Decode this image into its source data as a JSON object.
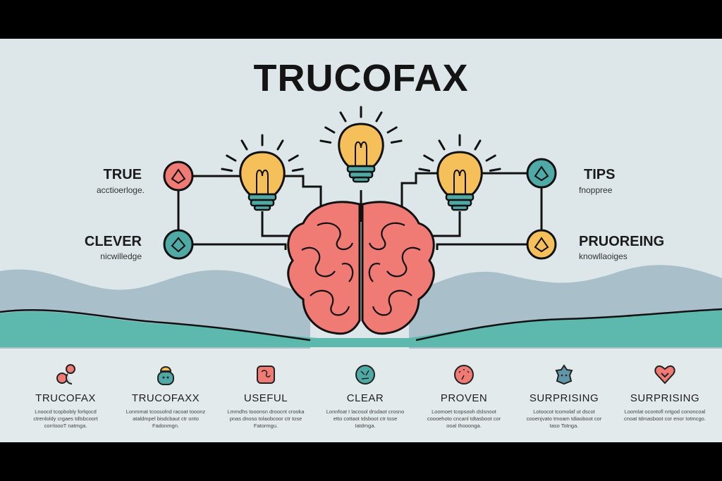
{
  "title": "TRUCOFAX",
  "colors": {
    "background": "#dde6e8",
    "coral": "#ef7b74",
    "teal": "#4fa9a4",
    "yellow": "#f5bf5a",
    "wave_grey": "#a9c0cb",
    "wave_teal": "#5db8ad"
  },
  "left_labels": [
    {
      "title": "TRUE",
      "sub": "acctioerloge."
    },
    {
      "title": "CLEVER",
      "sub": "nicwilledge"
    }
  ],
  "right_labels": [
    {
      "title": "TIPS",
      "sub": "fnoppree"
    },
    {
      "title": "PRUOREING",
      "sub": "knowllaoiges"
    }
  ],
  "features": [
    {
      "title": "TRUCOFAX",
      "icon": "people-icon",
      "body": "Lnoocd tcopbobly forlqocd ctrenloldy crgaes tdlsbcoort corrloooT natmga."
    },
    {
      "title": "TRUCOFAXX",
      "icon": "robot-face-icon",
      "body": "Lonmmat tcossolnd racoat tooonz ataldmpel bisdcbaut ctr onto Fadonmgn."
    },
    {
      "title": "USEFUL",
      "icon": "puzzle-box-icon",
      "body": "Lmmdhs tooonsn droocnt crooka pnas dnoso tolaobcoor ctr tose Fatormgu."
    },
    {
      "title": "CLEAR",
      "icon": "brain-circle-icon",
      "body": "Lonnfoat I lacosol drsdaot crosno etto cottaot tdsboot ctr tose Iatdmga."
    },
    {
      "title": "PROVEN",
      "icon": "gauge-icon",
      "body": "Loomoet tcopsooh dslsnoot coooehoto cncanl tdtasboot cor ooal Ihooonga."
    },
    {
      "title": "SURPRISING",
      "icon": "sparkle-face-icon",
      "body": "Lotoocot tcomolaf ut dscot cooenjvato tmoam tdiaoboot cor taso Totnga."
    },
    {
      "title": "SURPRISING",
      "icon": "heart-icon",
      "body": "Loomlat ocontofl nrtgod cononcoal cnoat tdmasboot cor enor Iotmcgo."
    }
  ]
}
